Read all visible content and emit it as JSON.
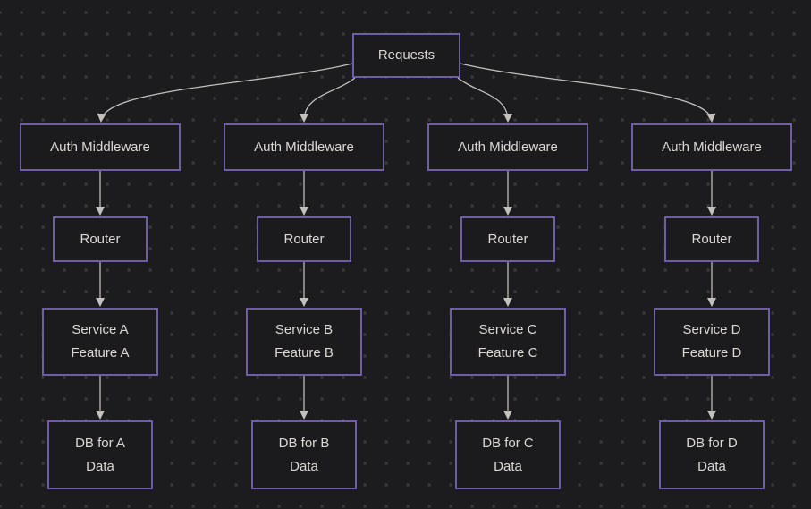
{
  "colors": {
    "canvas_bg": "#1c1c1f",
    "dot": "#38383b",
    "node_fill": "#1b1b1e",
    "node_border": "#715ca8",
    "edge": "#c4c1bd",
    "text": "#dcd9d4"
  },
  "diagram": {
    "root_label": "Requests",
    "columns": [
      {
        "auth_label": "Auth Middleware",
        "router_label": "Router",
        "service_line1": "Service A",
        "service_line2": "Feature A",
        "db_line1": "DB for A",
        "db_line2": "Data"
      },
      {
        "auth_label": "Auth Middleware",
        "router_label": "Router",
        "service_line1": "Service B",
        "service_line2": "Feature B",
        "db_line1": "DB for B",
        "db_line2": "Data"
      },
      {
        "auth_label": "Auth Middleware",
        "router_label": "Router",
        "service_line1": "Service C",
        "service_line2": "Feature C",
        "db_line1": "DB for C",
        "db_line2": "Data"
      },
      {
        "auth_label": "Auth Middleware",
        "router_label": "Router",
        "service_line1": "Service D",
        "service_line2": "Feature D",
        "db_line1": "DB for D",
        "db_line2": "Data"
      }
    ]
  }
}
